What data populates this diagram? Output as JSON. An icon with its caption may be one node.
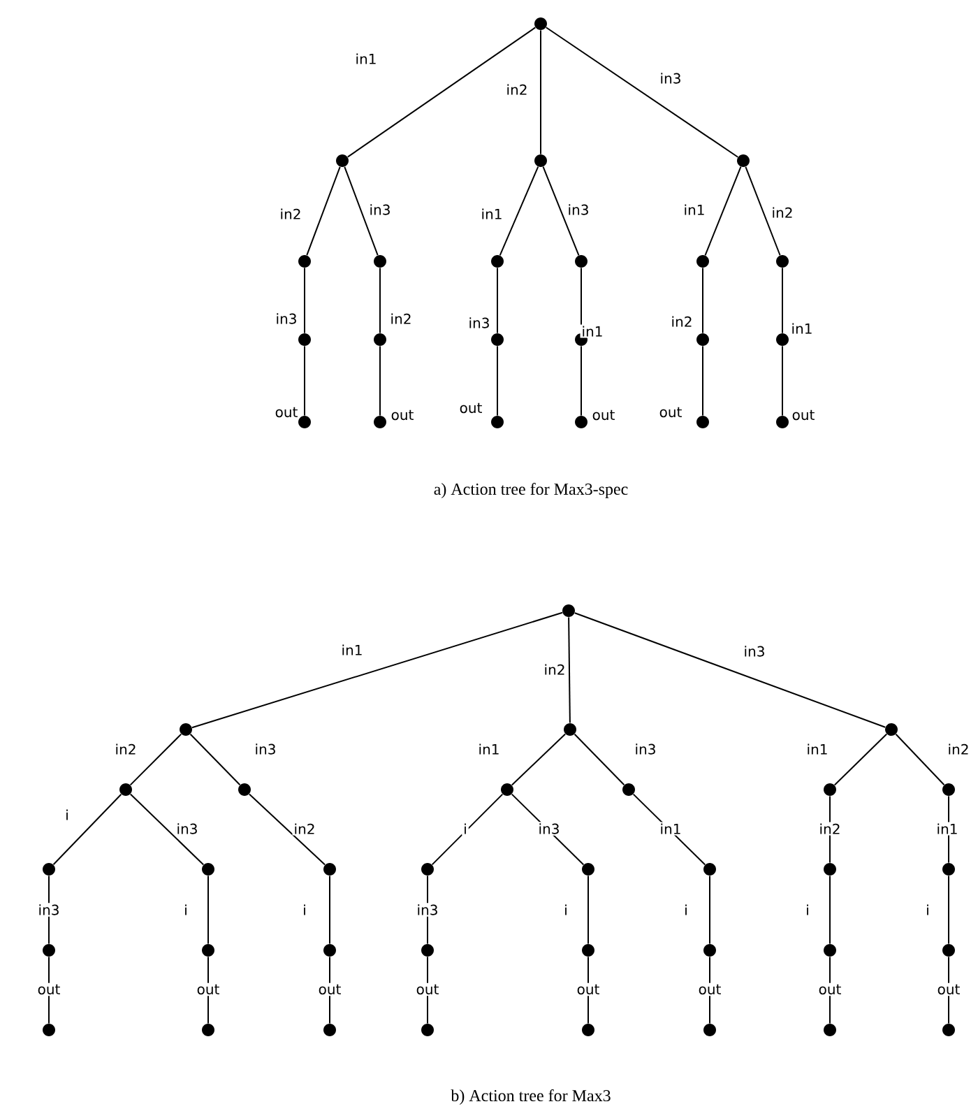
{
  "diagram": {
    "nodes": [
      {
        "text": [],
        "shape": "circle"
      },
      {
        "text": [],
        "shape": "circle"
      },
      {
        "text": [],
        "shape": "circle"
      },
      {
        "text": [],
        "shape": "circle"
      },
      {
        "text": [],
        "shape": "circle"
      },
      {
        "text": [],
        "shape": "circle"
      },
      {
        "text": [],
        "shape": "circle"
      },
      {
        "text": [],
        "shape": "circle"
      },
      {
        "text": [],
        "shape": "circle"
      },
      {
        "text": [],
        "shape": "circle"
      },
      {
        "text": [],
        "shape": "circle"
      },
      {
        "text": [],
        "shape": "circle"
      },
      {
        "text": [],
        "shape": "circle"
      },
      {
        "text": [],
        "shape": "circle"
      },
      {
        "text": [],
        "shape": "circle"
      },
      {
        "text": [],
        "shape": "circle"
      },
      {
        "text": [],
        "shape": "circle"
      },
      {
        "text": [],
        "shape": "circle"
      },
      {
        "text": [],
        "shape": "circle"
      },
      {
        "text": [],
        "shape": "circle"
      },
      {
        "text": [],
        "shape": "circle"
      },
      {
        "text": [],
        "shape": "circle"
      },
      {
        "text": [],
        "shape": "circle"
      },
      {
        "text": [],
        "shape": "circle"
      },
      {
        "text": [],
        "shape": "circle"
      },
      {
        "text": [],
        "shape": "circle"
      },
      {
        "text": [],
        "shape": "circle"
      },
      {
        "text": [],
        "shape": "circle"
      },
      {
        "text": [],
        "shape": "circle"
      },
      {
        "text": [],
        "shape": "circle"
      },
      {
        "text": [],
        "shape": "circle"
      },
      {
        "text": [],
        "shape": "circle"
      },
      {
        "text": [],
        "shape": "circle"
      },
      {
        "text": [],
        "shape": "circle"
      },
      {
        "text": [],
        "shape": "circle"
      },
      {
        "text": [],
        "shape": "circle"
      },
      {
        "text": [],
        "shape": "circle"
      },
      {
        "text": [],
        "shape": "circle"
      },
      {
        "text": [],
        "shape": "circle"
      },
      {
        "text": [],
        "shape": "circle"
      },
      {
        "text": [],
        "shape": "circle"
      },
      {
        "text": [],
        "shape": "circle"
      },
      {
        "text": [],
        "shape": "circle"
      },
      {
        "text": [],
        "shape": "circle"
      },
      {
        "text": [],
        "shape": "circle"
      },
      {
        "text": [],
        "shape": "circle"
      },
      {
        "text": [],
        "shape": "circle"
      },
      {
        "text": [],
        "shape": "circle"
      },
      {
        "text": [],
        "shape": "circle"
      },
      {
        "text": [],
        "shape": "circle"
      },
      {
        "text": [],
        "shape": "circle"
      },
      {
        "text": [],
        "shape": "circle"
      },
      {
        "text": [],
        "shape": "circle"
      },
      {
        "text": [],
        "shape": "circle"
      },
      {
        "text": [],
        "shape": "circle"
      },
      {
        "text": [],
        "shape": "circle"
      }
    ],
    "edges": [
      {
        "from": 0,
        "to": 1,
        "arrow": "none",
        "label": "in1"
      },
      {
        "from": 0,
        "to": 2,
        "arrow": "none",
        "label": "in2"
      },
      {
        "from": 0,
        "to": 3,
        "arrow": "none",
        "label": "in3"
      },
      {
        "from": 1,
        "to": 4,
        "arrow": "none",
        "label": "in2"
      },
      {
        "from": 1,
        "to": 5,
        "arrow": "none",
        "label": "in3"
      },
      {
        "from": 2,
        "to": 6,
        "arrow": "none",
        "label": "in1"
      },
      {
        "from": 2,
        "to": 7,
        "arrow": "none",
        "label": "in3"
      },
      {
        "from": 3,
        "to": 8,
        "arrow": "none",
        "label": "in1"
      },
      {
        "from": 3,
        "to": 9,
        "arrow": "none",
        "label": "in2"
      },
      {
        "from": 4,
        "to": 10,
        "arrow": "none",
        "label": "in3"
      },
      {
        "from": 5,
        "to": 11,
        "arrow": "none",
        "label": "in2"
      },
      {
        "from": 6,
        "to": 12,
        "arrow": "none",
        "label": "in3"
      },
      {
        "from": 7,
        "to": 13,
        "arrow": "none",
        "label": "in1"
      },
      {
        "from": 8,
        "to": 14,
        "arrow": "none",
        "label": "in2"
      },
      {
        "from": 9,
        "to": 15,
        "arrow": "none",
        "label": "in1"
      },
      {
        "from": 10,
        "to": 16,
        "arrow": "none",
        "label": "out"
      },
      {
        "from": 11,
        "to": 17,
        "arrow": "none",
        "label": "out"
      },
      {
        "from": 12,
        "to": 18,
        "arrow": "none",
        "label": "out"
      },
      {
        "from": 13,
        "to": 19,
        "arrow": "none",
        "label": "out"
      },
      {
        "from": 14,
        "to": 20,
        "arrow": "none",
        "label": "out"
      },
      {
        "from": 15,
        "to": 21,
        "arrow": "none",
        "label": "out"
      },
      {
        "from": 22,
        "to": 23,
        "arrow": "none",
        "label": "in1"
      },
      {
        "from": 22,
        "to": 24,
        "arrow": "none",
        "label": "in2"
      },
      {
        "from": 22,
        "to": 25,
        "arrow": "none",
        "label": "in3"
      },
      {
        "from": 23,
        "to": 26,
        "arrow": "none",
        "label": "in2"
      },
      {
        "from": 23,
        "to": 27,
        "arrow": "none",
        "label": "in3"
      },
      {
        "from": 24,
        "to": 28,
        "arrow": "none",
        "label": "in1"
      },
      {
        "from": 24,
        "to": 29,
        "arrow": "none",
        "label": "in3"
      },
      {
        "from": 25,
        "to": 30,
        "arrow": "none",
        "label": "in1"
      },
      {
        "from": 25,
        "to": 31,
        "arrow": "none",
        "label": "in2"
      },
      {
        "from": 26,
        "to": 32,
        "arrow": "none",
        "label": "i"
      },
      {
        "from": 26,
        "to": 33,
        "arrow": "none",
        "label": "in3"
      },
      {
        "from": 27,
        "to": 34,
        "arrow": "none",
        "label": "in2"
      },
      {
        "from": 28,
        "to": 35,
        "arrow": "none",
        "label": "i"
      },
      {
        "from": 28,
        "to": 36,
        "arrow": "none",
        "label": "in3"
      },
      {
        "from": 29,
        "to": 37,
        "arrow": "none",
        "label": "in1"
      },
      {
        "from": 30,
        "to": 38,
        "arrow": "none",
        "label": "in2"
      },
      {
        "from": 31,
        "to": 39,
        "arrow": "none",
        "label": "in1"
      },
      {
        "from": 32,
        "to": 40,
        "arrow": "none",
        "label": "in3"
      },
      {
        "from": 33,
        "to": 41,
        "arrow": "none",
        "label": "i"
      },
      {
        "from": 34,
        "to": 42,
        "arrow": "none",
        "label": "i"
      },
      {
        "from": 35,
        "to": 43,
        "arrow": "none",
        "label": "in3"
      },
      {
        "from": 36,
        "to": 44,
        "arrow": "none",
        "label": "i"
      },
      {
        "from": 37,
        "to": 45,
        "arrow": "none",
        "label": "i"
      },
      {
        "from": 38,
        "to": 46,
        "arrow": "none",
        "label": "i"
      },
      {
        "from": 39,
        "to": 47,
        "arrow": "none",
        "label": "i"
      },
      {
        "from": 40,
        "to": 48,
        "arrow": "none",
        "label": "out"
      },
      {
        "from": 41,
        "to": 49,
        "arrow": "none",
        "label": "out"
      },
      {
        "from": 42,
        "to": 50,
        "arrow": "none",
        "label": "out"
      },
      {
        "from": 43,
        "to": 51,
        "arrow": "none",
        "label": "out"
      },
      {
        "from": 44,
        "to": 52,
        "arrow": "none",
        "label": "out"
      },
      {
        "from": 45,
        "to": 53,
        "arrow": "none",
        "label": "out"
      },
      {
        "from": 46,
        "to": 54,
        "arrow": "none",
        "label": "out"
      },
      {
        "from": 47,
        "to": 55,
        "arrow": "none",
        "label": "out"
      }
    ],
    "labels": [
      "a) Action tree for Max3-spec",
      "b) Action tree for Max3"
    ]
  }
}
